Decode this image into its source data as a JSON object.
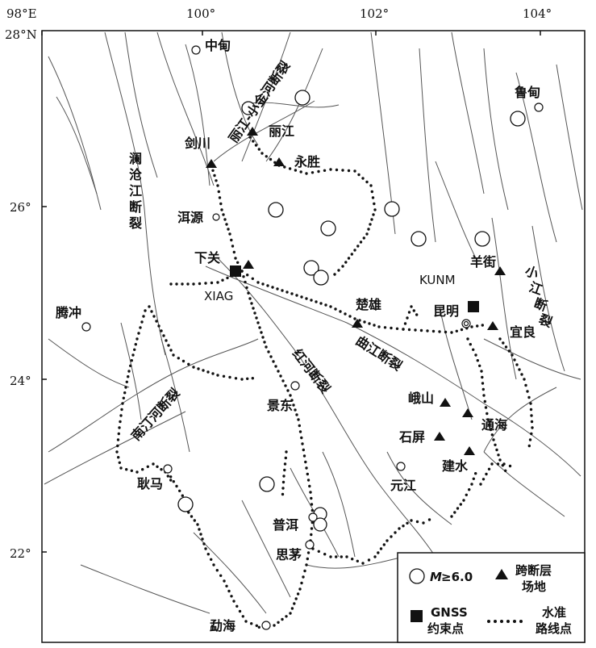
{
  "axes": {
    "lon_labels": [
      "98°E",
      "100°",
      "102°",
      "104°"
    ],
    "lat_labels": [
      "28°N",
      "26°",
      "24°",
      "22°"
    ]
  },
  "places": {
    "zhongdian": "中甸",
    "ludian": "鲁甸",
    "jianchuan": "剑川",
    "lijiang": "丽江",
    "yongsheng": "永胜",
    "eryuan": "洱源",
    "xiaguan": "下关",
    "xiag": "XIAG",
    "kunm": "KUNM",
    "yangjie": "羊街",
    "tengchong": "腾冲",
    "chuxiong": "楚雄",
    "kunming": "昆明",
    "yiliang": "宜良",
    "jingdong": "景东",
    "eshan": "峨山",
    "tonghai": "通海",
    "shiping": "石屏",
    "jianshui": "建水",
    "yuanjiang": "元江",
    "gengma": "耿马",
    "puer": "普洱",
    "simao": "思茅",
    "menghai": "勐海"
  },
  "faults": {
    "lijiang_xiaojinhe": "丽江-小金河断裂",
    "lancangjiang_1": "澜",
    "lancangjiang_2": "沧",
    "lancangjiang_3": "江",
    "lancangjiang_4": "断",
    "lancangjiang_5": "裂",
    "xiaojiang_1": "小",
    "xiaojiang_2": "江",
    "xiaojiang_3": "断",
    "xiaojiang_4": "裂",
    "qujiang": "曲江断裂",
    "honghe": "红河断裂",
    "nantinghe": "南汀河断裂"
  },
  "legend": {
    "earthquake_sym": "M",
    "earthquake_val": "≥6.0",
    "cross_fault_1": "跨断层",
    "cross_fault_2": "场地",
    "gnss_1": "GNSS",
    "gnss_2": "约束点",
    "leveling_1": "水准",
    "leveling_2": "路线点"
  },
  "colors": {
    "ink": "#111111",
    "fault": "#555555"
  }
}
